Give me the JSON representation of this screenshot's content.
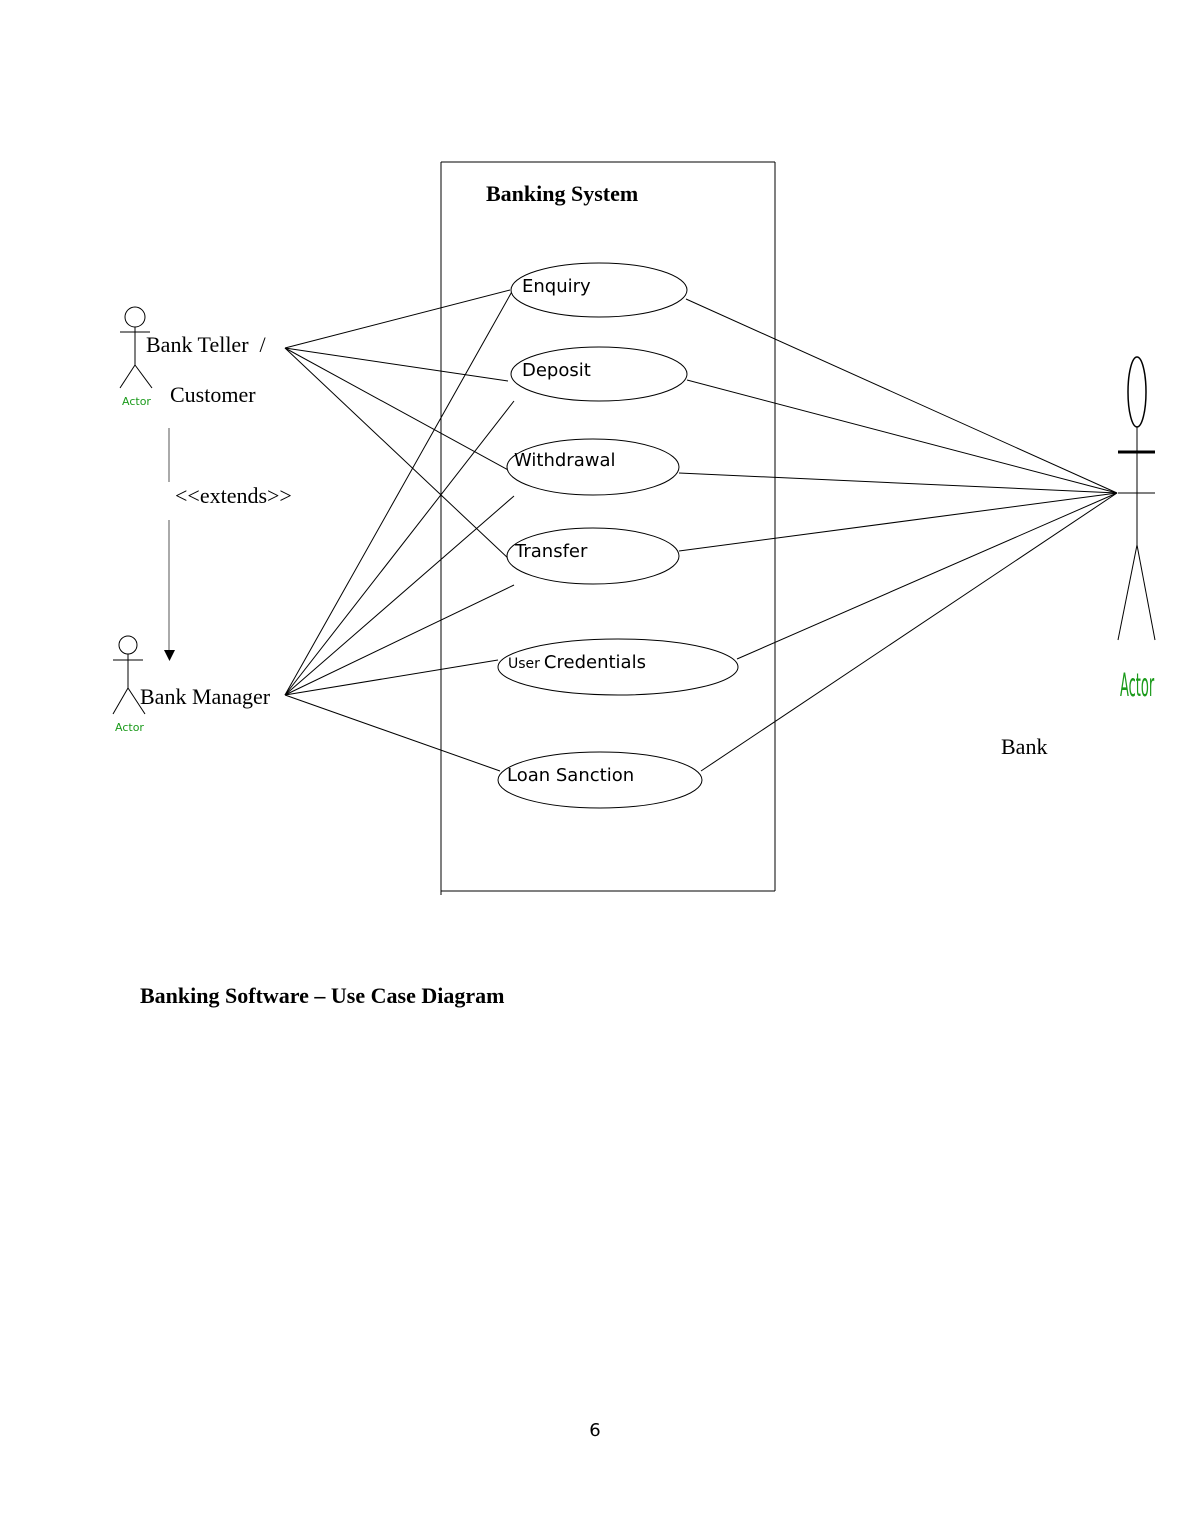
{
  "system": {
    "title": "Banking System"
  },
  "use_cases": {
    "enquiry": "Enquiry",
    "deposit": "Deposit",
    "withdrawal": "Withdrawal",
    "transfer": "Transfer",
    "credentials_prefix": "User",
    "credentials_main": "Credentials",
    "loan": "Loan Sanction"
  },
  "actors": {
    "teller": {
      "line1": "Bank Teller  /",
      "line2": "Customer",
      "stereotype": "Actor"
    },
    "manager": {
      "name": "Bank Manager",
      "stereotype": "Actor"
    },
    "bank": {
      "name": "Bank",
      "stereotype": "Actor"
    }
  },
  "relations": {
    "extends": "<<extends>>"
  },
  "colors": {
    "actor_label": "#1a9a1a",
    "line": "#000000"
  },
  "caption": "Banking Software – Use Case Diagram",
  "page_number": "6"
}
